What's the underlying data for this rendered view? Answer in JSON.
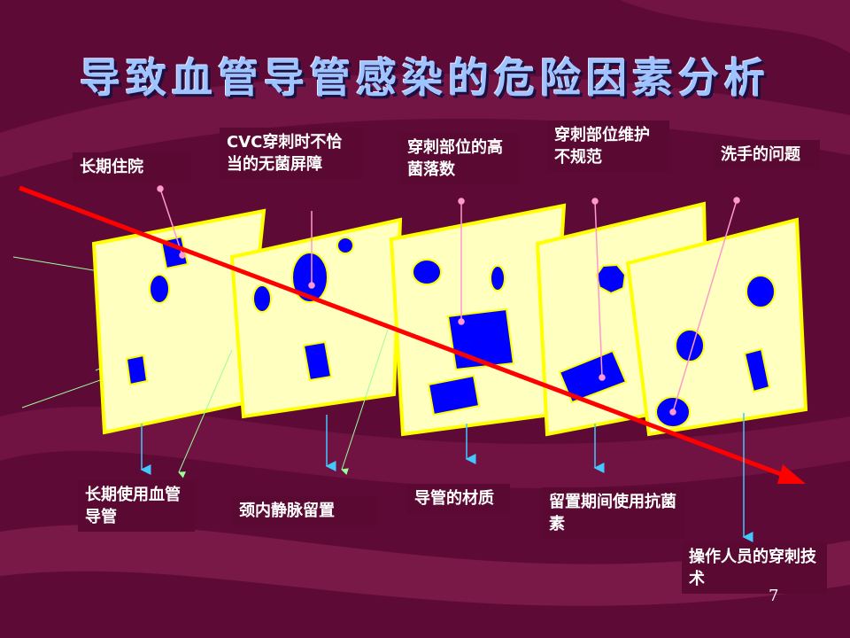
{
  "title": "导致血管导管感染的危险因素分析",
  "page_number": "7",
  "colors": {
    "background": "#5e0a36",
    "panel_fill": "#ffffc0",
    "panel_border": "#ffff00",
    "blob": "#0000ff",
    "arrow": "#ff0000",
    "top_leader": "#ff99cc",
    "bottom_leader": "#40c8ff",
    "green_leader": "#99ff99"
  },
  "top_labels": [
    {
      "text": "长期住院"
    },
    {
      "text": "CVC穿刺时不恰当的无菌屏障"
    },
    {
      "text": "穿刺部位的高菌落数"
    },
    {
      "text": "穿刺部位维护不规范"
    },
    {
      "text": "洗手的问题"
    }
  ],
  "bottom_labels": [
    {
      "text": "长期使用血管导管"
    },
    {
      "text": "颈内静脉留置"
    },
    {
      "text": "导管的材质"
    },
    {
      "text": "留置期间使用抗菌素"
    },
    {
      "text": "操作人员的穿刺技术"
    }
  ]
}
